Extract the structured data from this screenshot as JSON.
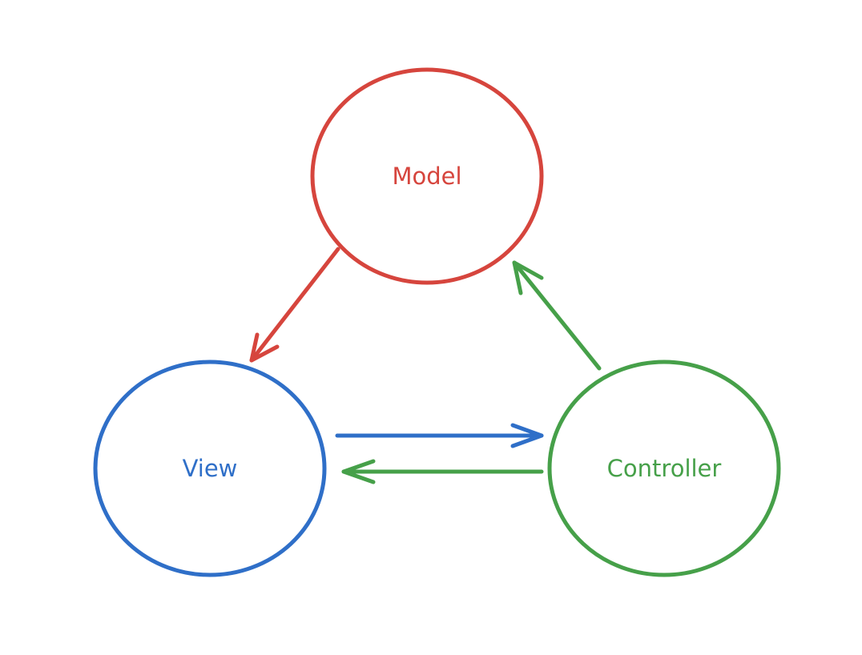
{
  "diagram": {
    "nodes": {
      "model": {
        "label": "Model",
        "color": "#d6453d"
      },
      "view": {
        "label": "View",
        "color": "#2f6fc8"
      },
      "controller": {
        "label": "Controller",
        "color": "#46a049"
      }
    },
    "edges": [
      {
        "from": "model",
        "to": "view",
        "color": "#d6453d"
      },
      {
        "from": "view",
        "to": "controller",
        "color": "#2f6fc8"
      },
      {
        "from": "controller",
        "to": "view",
        "color": "#46a049"
      },
      {
        "from": "controller",
        "to": "model",
        "color": "#46a049"
      }
    ]
  }
}
